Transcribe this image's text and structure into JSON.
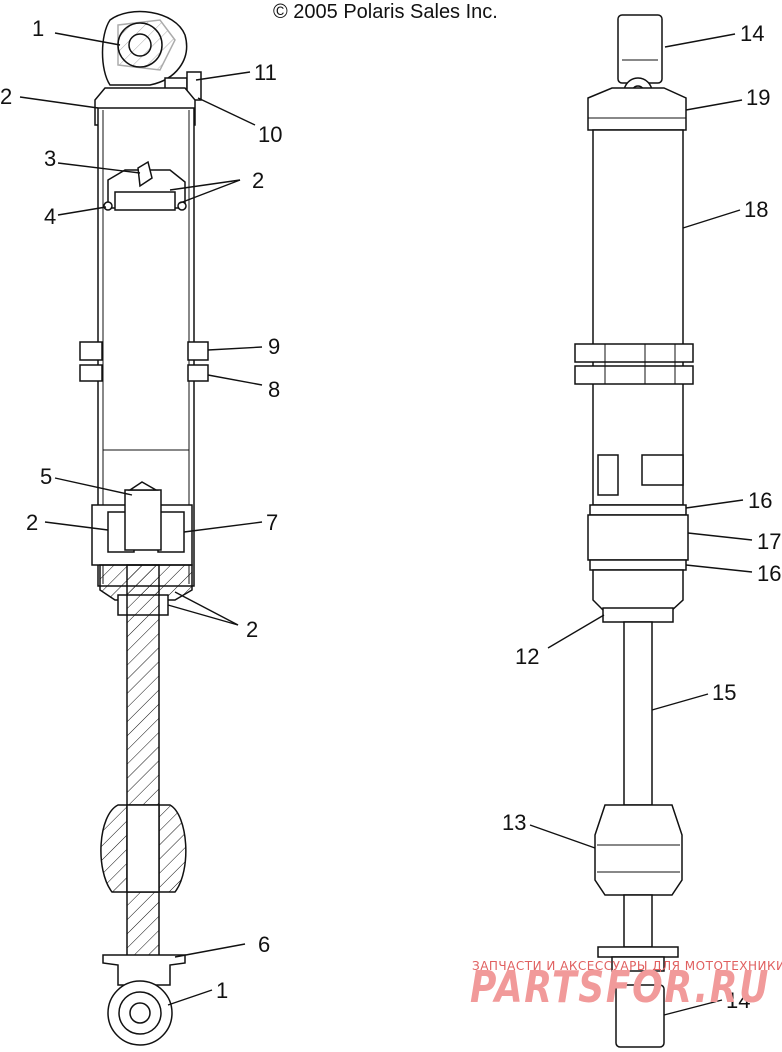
{
  "copyright": "© 2005 Polaris Sales Inc.",
  "watermark": {
    "line1": "ЗАПЧАСТИ И АКСЕССУАРЫ ДЛЯ МОТОТЕХНИКИ",
    "line2": "PARTSFOR.RU"
  },
  "callouts_left": {
    "c1_top": "1",
    "c2_top": "2",
    "c3": "3",
    "c2_piston": "2",
    "c4": "4",
    "c11": "11",
    "c10": "10",
    "c9": "9",
    "c8": "8",
    "c5": "5",
    "c2_mid": "2",
    "c7": "7",
    "c2_bottom": "2",
    "c6": "6",
    "c1_bottom": "1"
  },
  "callouts_right": {
    "c14_top": "14",
    "c19": "19",
    "c18": "18",
    "c16_a": "16",
    "c17": "17",
    "c16_b": "16",
    "c12": "12",
    "c15": "15",
    "c13": "13",
    "c14_bottom": "14"
  },
  "colors": {
    "line": "#111111",
    "watermark": "#e06060"
  }
}
